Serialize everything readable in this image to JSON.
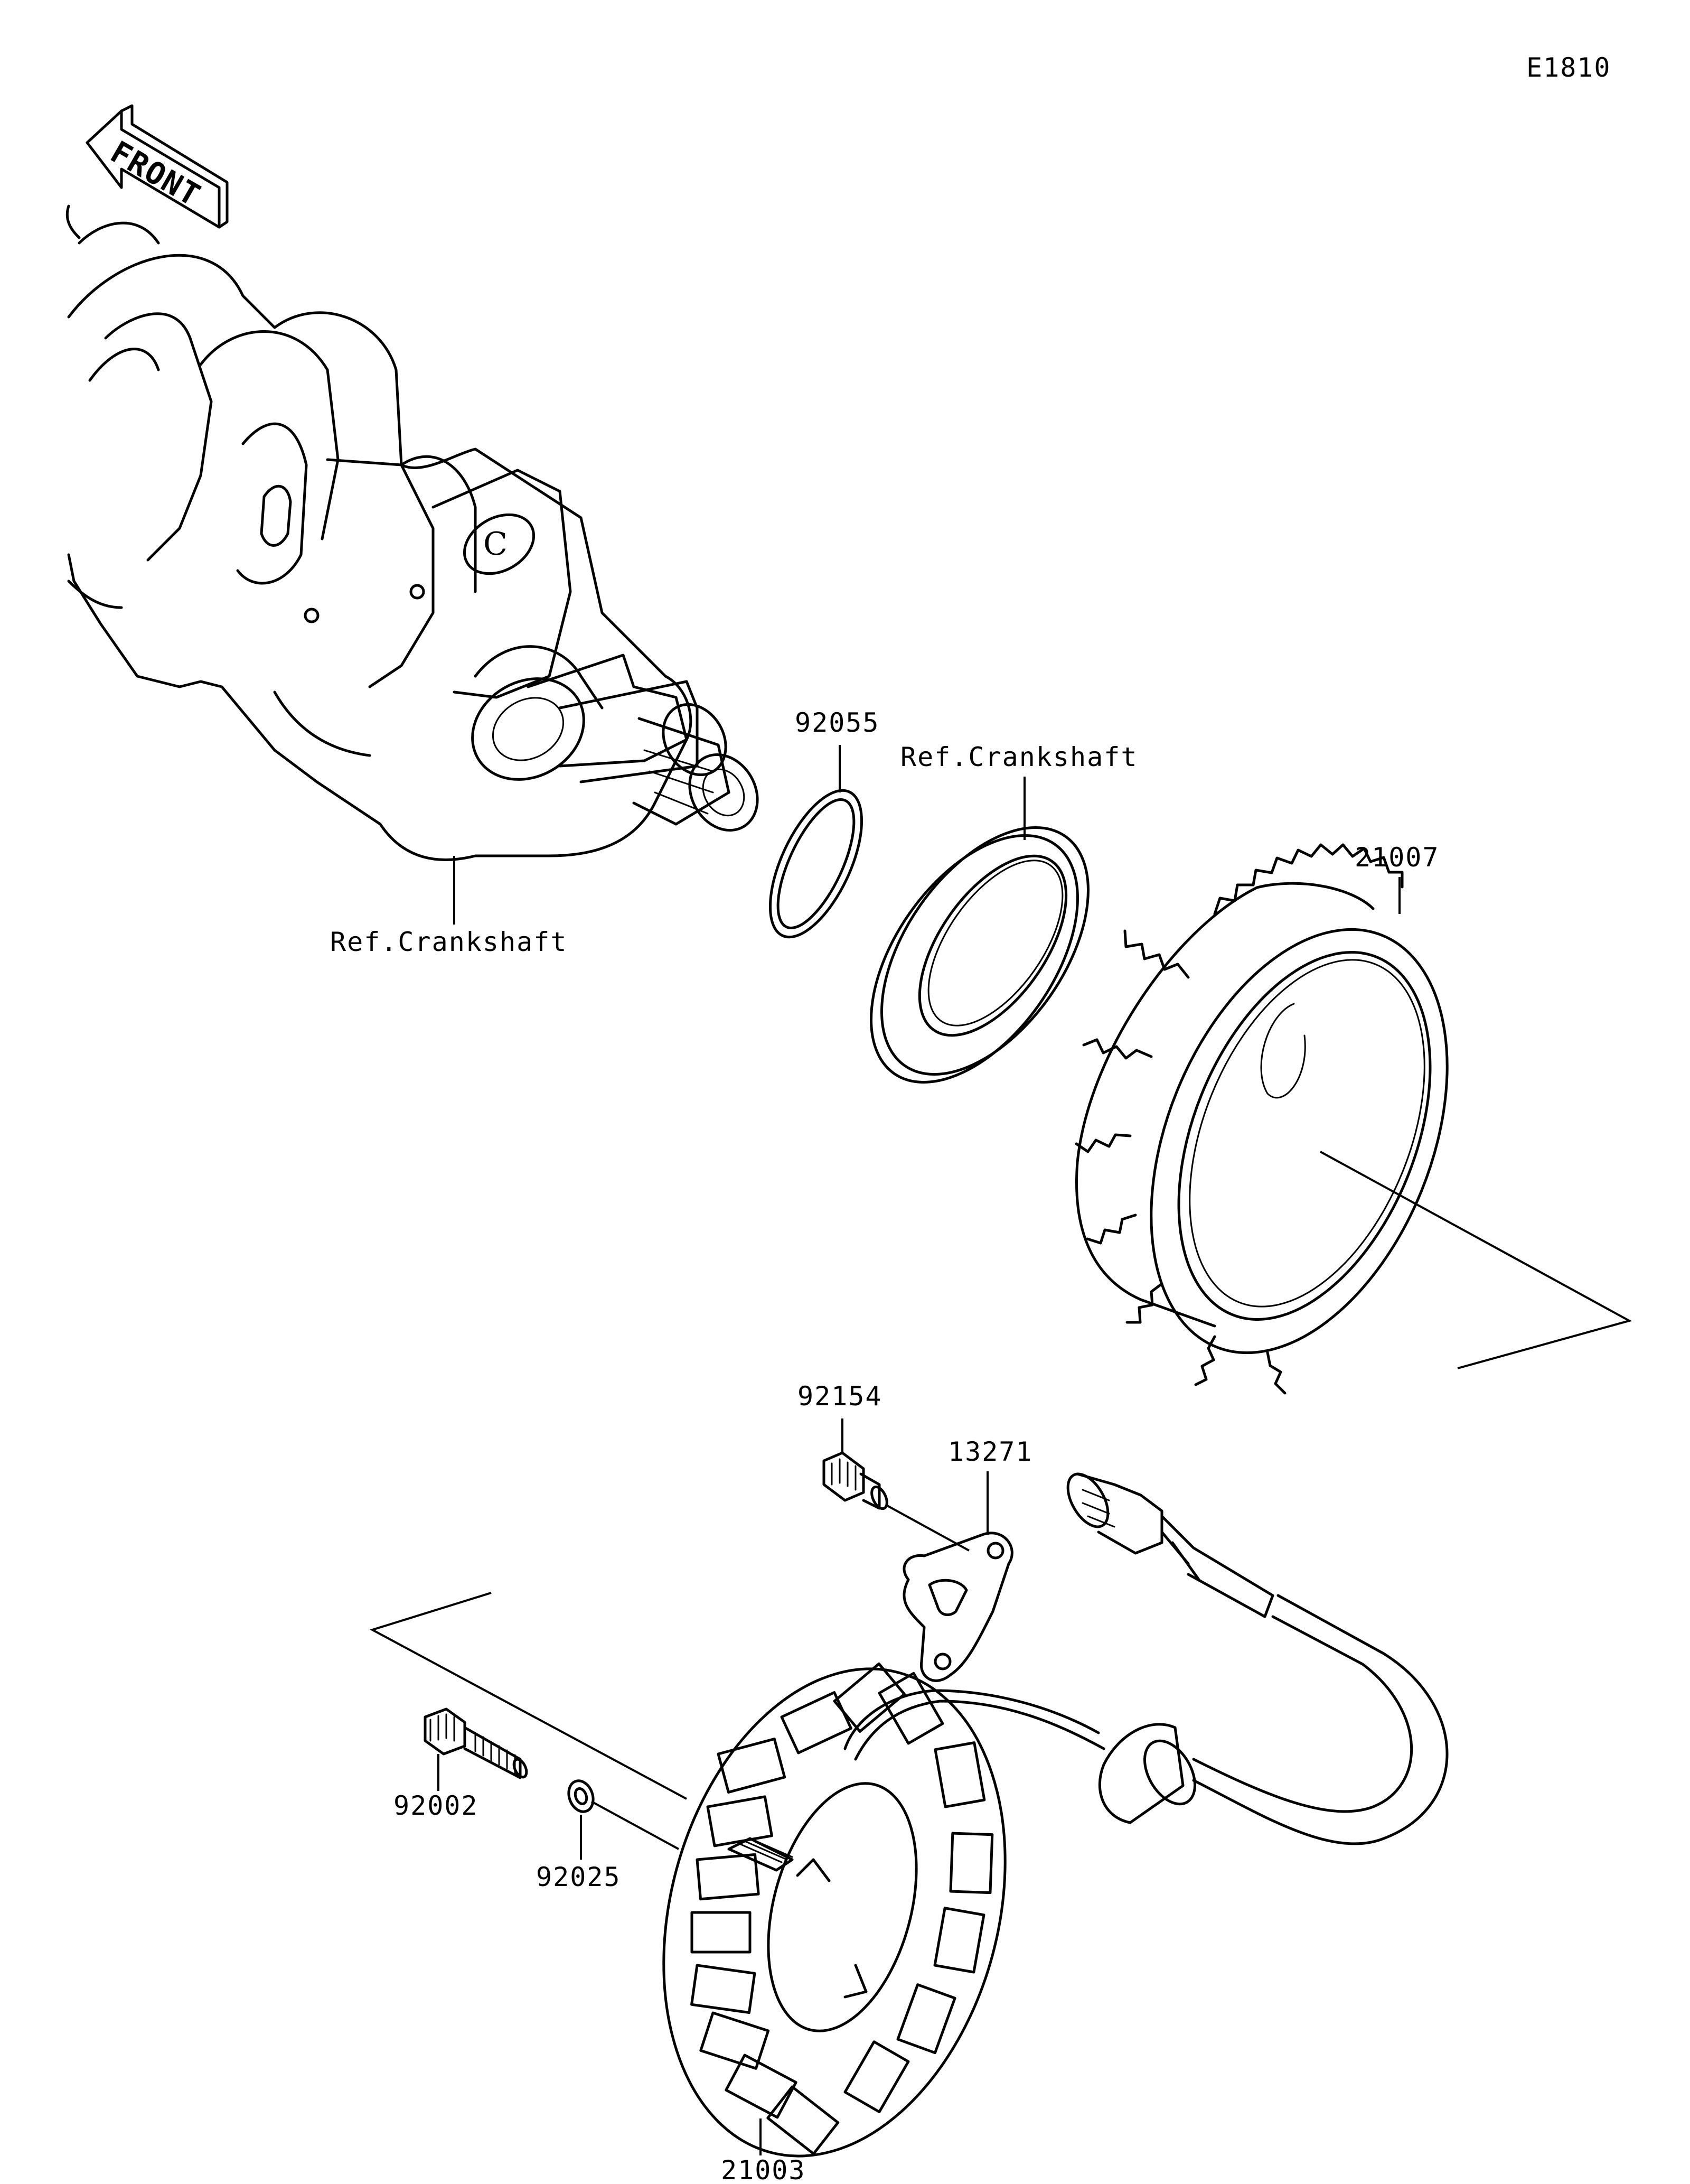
{
  "diagram_code": "E1810",
  "front_label": "FRONT",
  "callouts": [
    {
      "id": "ref-crankshaft-1",
      "text": "Ref.Crankshaft"
    },
    {
      "id": "p92055",
      "text": "92055"
    },
    {
      "id": "ref-crankshaft-2",
      "text": "Ref.Crankshaft"
    },
    {
      "id": "p21007",
      "text": "21007"
    },
    {
      "id": "p92154",
      "text": "92154"
    },
    {
      "id": "p13271",
      "text": "13271"
    },
    {
      "id": "p92002",
      "text": "92002"
    },
    {
      "id": "p92025",
      "text": "92025"
    },
    {
      "id": "p21003",
      "text": "21003"
    }
  ]
}
